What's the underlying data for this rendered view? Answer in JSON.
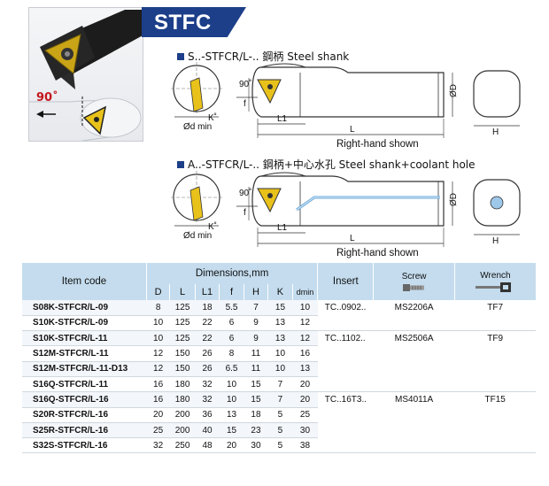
{
  "header": {
    "series_badge": "STFC",
    "angle_label": "90˚"
  },
  "section1": {
    "caption": "S..-STFCR/L-..  鋼柄 Steel shank",
    "note": "Right-hand shown",
    "labels": {
      "angle": "90˚",
      "f": "f",
      "k": "K˚",
      "dmin": "Ød min",
      "l1": "L1",
      "l": "L",
      "d": "ØD",
      "h": "H"
    }
  },
  "section2": {
    "caption": "A..-STFCR/L-..  鋼柄+中心水孔 Steel shank+coolant hole",
    "note": "Right-hand shown",
    "labels": {
      "angle": "90˚",
      "f": "f",
      "k": "K˚",
      "dmin": "Ød min",
      "l1": "L1",
      "l": "L",
      "d": "ØD",
      "h": "H"
    }
  },
  "table": {
    "headers": {
      "item_code": "Item code",
      "dimensions": "Dimensions,mm",
      "insert": "Insert",
      "screw": "Screw",
      "wrench": "Wrench",
      "sub": [
        "D",
        "L",
        "L1",
        "f",
        "H",
        "K",
        "dmin"
      ]
    },
    "groups": [
      {
        "insert": "TC..0902..",
        "screw": "MS2206A",
        "wrench": "TF7",
        "rows": [
          {
            "code": "S08K-STFCR/L-09",
            "cells": [
              "8",
              "125",
              "18",
              "5.5",
              "7",
              "15",
              "10"
            ]
          },
          {
            "code": "S10K-STFCR/L-09",
            "cells": [
              "10",
              "125",
              "22",
              "6",
              "9",
              "13",
              "12"
            ]
          }
        ]
      },
      {
        "insert": "TC..1102..",
        "screw": "MS2506A",
        "wrench": "TF9",
        "rows": [
          {
            "code": "S10K-STFCR/L-11",
            "cells": [
              "10",
              "125",
              "22",
              "6",
              "9",
              "13",
              "12"
            ]
          },
          {
            "code": "S12M-STFCR/L-11",
            "cells": [
              "12",
              "150",
              "26",
              "8",
              "11",
              "10",
              "16"
            ]
          },
          {
            "code": "S12M-STFCR/L-11-D13",
            "cells": [
              "12",
              "150",
              "26",
              "6.5",
              "11",
              "10",
              "13"
            ]
          },
          {
            "code": "S16Q-STFCR/L-11",
            "cells": [
              "16",
              "180",
              "32",
              "10",
              "15",
              "7",
              "20"
            ]
          }
        ]
      },
      {
        "insert": "TC..16T3..",
        "screw": "MS4011A",
        "wrench": "TF15",
        "rows": [
          {
            "code": "S16Q-STFCR/L-16",
            "cells": [
              "16",
              "180",
              "32",
              "10",
              "15",
              "7",
              "20"
            ]
          },
          {
            "code": "S20R-STFCR/L-16",
            "cells": [
              "20",
              "200",
              "36",
              "13",
              "18",
              "5",
              "25"
            ]
          },
          {
            "code": "S25R-STFCR/L-16",
            "cells": [
              "25",
              "200",
              "40",
              "15",
              "23",
              "5",
              "30"
            ]
          },
          {
            "code": "S32S-STFCR/L-16",
            "cells": [
              "32",
              "250",
              "48",
              "20",
              "30",
              "5",
              "38"
            ]
          }
        ]
      }
    ]
  },
  "colors": {
    "badge": "#1d3f8a",
    "header_bg": "#c4dcee",
    "insert_yellow": "#e8c21a",
    "coolant_blue": "#9ec8ea"
  }
}
